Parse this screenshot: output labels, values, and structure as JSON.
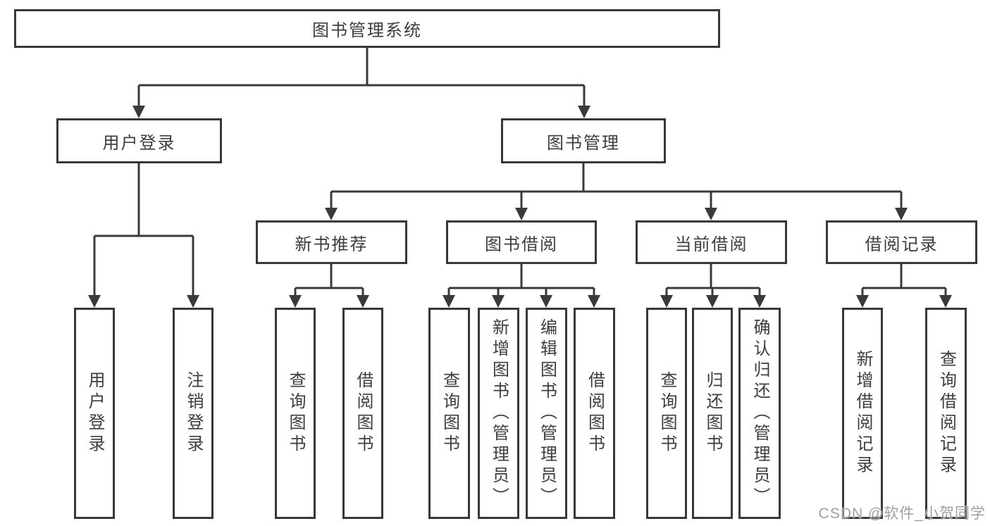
{
  "diagram": {
    "root": "图书管理系统",
    "branches": [
      {
        "label": "用户登录",
        "children": [
          "用户登录",
          "注销登录"
        ]
      },
      {
        "label": "图书管理",
        "children": [
          {
            "label": "新书推荐",
            "children": [
              "查询图书",
              "借阅图书"
            ]
          },
          {
            "label": "图书借阅",
            "children": [
              "查询图书",
              "新增图书（管理员）",
              "编辑图书（管理员）",
              "借阅图书"
            ]
          },
          {
            "label": "当前借阅",
            "children": [
              "查询图书",
              "归还图书",
              "确认归还（管理员）"
            ]
          },
          {
            "label": "借阅记录",
            "children": [
              "新增借阅记录",
              "查询借阅记录"
            ]
          }
        ]
      }
    ]
  },
  "watermark": "CSDN @软件_小贺同学",
  "colors": {
    "line": "#3a3a3a",
    "box_border": "#383838",
    "text": "#3d3d3d",
    "background": "#ffffff",
    "watermark": "#a0a0a0"
  }
}
